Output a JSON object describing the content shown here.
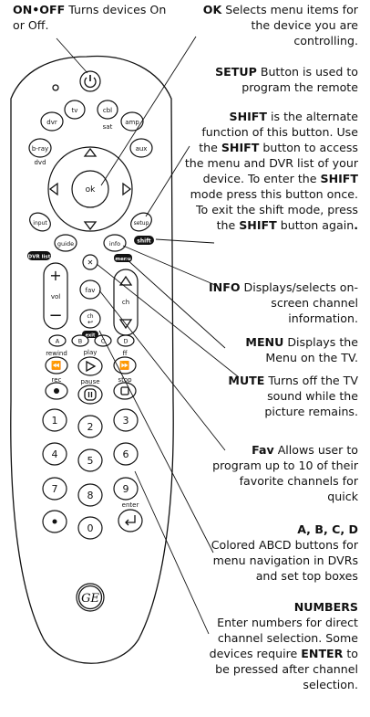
{
  "callouts": {
    "onoff": {
      "title": "ON•OFF",
      "text": " Turns devices On or Off."
    },
    "ok": {
      "title": "OK",
      "text": " Selects menu items for the device you are controlling."
    },
    "setup": {
      "title": "SETUP",
      "text": " Button is used to program the remote"
    },
    "shift": {
      "title": "SHIFT",
      "text1": " is the alternate function of this button. Use the ",
      "title2": "SHIFT",
      "text2": " button to access the menu and DVR list of your device. To enter the ",
      "title3": "SHIFT",
      "text3": " mode press this button once. To exit the shift mode, press the ",
      "title4": "SHIFT",
      "text4": " button again",
      "end": "."
    },
    "info": {
      "title": "INFO",
      "text": " Displays/selects on-screen channel information."
    },
    "menu": {
      "title": "MENU",
      "text": " Displays the Menu on the TV."
    },
    "mute": {
      "title": "MUTE",
      "text": " Turns off the TV sound while the picture remains."
    },
    "fav": {
      "title": "Fav",
      "text": " Allows user to program up to 10 of their favorite channels for quick"
    },
    "abcd": {
      "title": "A, B, C, D",
      "text": "Colored ABCD buttons for menu navigation in DVRs and set top boxes"
    },
    "numbers": {
      "title": "NUMBERS",
      "text1": "Enter numbers for direct channel selection. Some devices require ",
      "title2": "ENTER",
      "text2": " to be pressed after channel selection."
    }
  },
  "remote": {
    "tv": "tv",
    "cbl": "cbl",
    "sat": "sat",
    "dvr": "dvr",
    "amp": "amp",
    "bray": "b-ray",
    "dvd": "dvd",
    "aux": "aux",
    "ok": "ok",
    "input": "input",
    "setup": "setup",
    "guide": "guide",
    "info": "info",
    "shift": "shift",
    "dvrlist": "DVR list",
    "menu": "menu",
    "vol": "vol",
    "ch": "ch",
    "fav": "fav",
    "chbtn": "ch",
    "exit": "exit",
    "abcd": [
      "A",
      "B",
      "C",
      "D"
    ],
    "rewind": "rewind",
    "play": "play",
    "ff": "ff",
    "rec": "rec",
    "pause": "pause",
    "stop": "stop",
    "digits": [
      "1",
      "2",
      "3",
      "4",
      "5",
      "6",
      "7",
      "8",
      "9",
      "0"
    ],
    "enter": "enter",
    "brand": "GE"
  }
}
